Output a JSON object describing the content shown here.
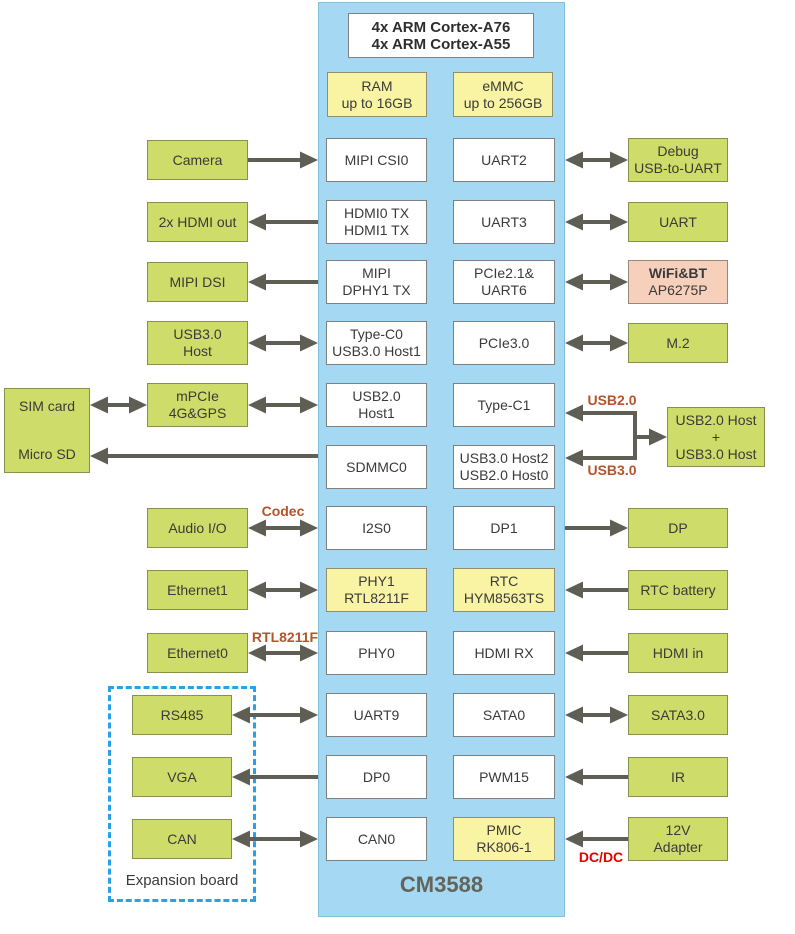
{
  "diagram": {
    "title": "CM3588",
    "cpu": "4x ARM Cortex-A76\n4x ARM Cortex-A55",
    "ram": "RAM\nup to 16GB",
    "emmc": "eMMC\nup to 256GB"
  },
  "soc_left": {
    "mipi_csi0": "MIPI CSI0",
    "hdmi_tx": "HDMI0 TX\nHDMI1 TX",
    "mipi_dphy1": "MIPI\nDPHY1 TX",
    "type_c0": "Type-C0\nUSB3.0 Host1",
    "usb2_host1": "USB2.0\nHost1",
    "sdmmc0": "SDMMC0",
    "i2s0": "I2S0",
    "phy1": "PHY1\nRTL8211F",
    "phy0": "PHY0",
    "uart9": "UART9",
    "dp0": "DP0",
    "can0": "CAN0"
  },
  "soc_right": {
    "uart2": "UART2",
    "uart3": "UART3",
    "pcie21_uart6": "PCIe2.1&\nUART6",
    "pcie30": "PCIe3.0",
    "type_c1": "Type-C1",
    "usb3_host2": "USB3.0 Host2\nUSB2.0 Host0",
    "dp1": "DP1",
    "rtc": "RTC\nHYM8563TS",
    "hdmi_rx": "HDMI RX",
    "sata0": "SATA0",
    "pwm15": "PWM15",
    "pmic": "PMIC\nRK806-1"
  },
  "peripherals_left": {
    "camera": "Camera",
    "hdmi_out": "2x HDMI out",
    "mipi_dsi": "MIPI DSI",
    "usb3_host": "USB3.0\nHost",
    "mpcie": "mPCIe\n4G&GPS",
    "sim_card": "SIM card",
    "micro_sd": "Micro SD",
    "audio": "Audio I/O",
    "ethernet1": "Ethernet1",
    "ethernet0": "Ethernet0",
    "rs485": "RS485",
    "vga": "VGA",
    "can": "CAN"
  },
  "peripherals_right": {
    "debug": "Debug\nUSB-to-UART",
    "uart": "UART",
    "wifi_line1": "WiFi&BT",
    "wifi_line2": "AP6275P",
    "m2": "M.2",
    "usb_hosts": "USB2.0 Host\n+\nUSB3.0 Host",
    "dp": "DP",
    "rtc_battery": "RTC battery",
    "hdmi_in": "HDMI in",
    "sata3": "SATA3.0",
    "ir": "IR",
    "adapter_12v": "12V\nAdapter"
  },
  "bus_labels": {
    "codec": "Codec",
    "rtl8211f": "RTL8211F",
    "usb20": "USB2.0",
    "usb30": "USB3.0",
    "dcdc": "DC/DC"
  },
  "expansion": {
    "label": "Expansion board"
  },
  "colors": {
    "module_bg": "#a5d8f2",
    "peripheral_green": "#cedd6a",
    "memory_yellow": "#f9f4a3",
    "wireless_pink": "#f7d0bc",
    "arrow_gray": "#5e5e54",
    "bus_label_brown": "#b5532c",
    "dcdc_red": "#e60000",
    "expansion_border_blue": "#29a0e8"
  }
}
